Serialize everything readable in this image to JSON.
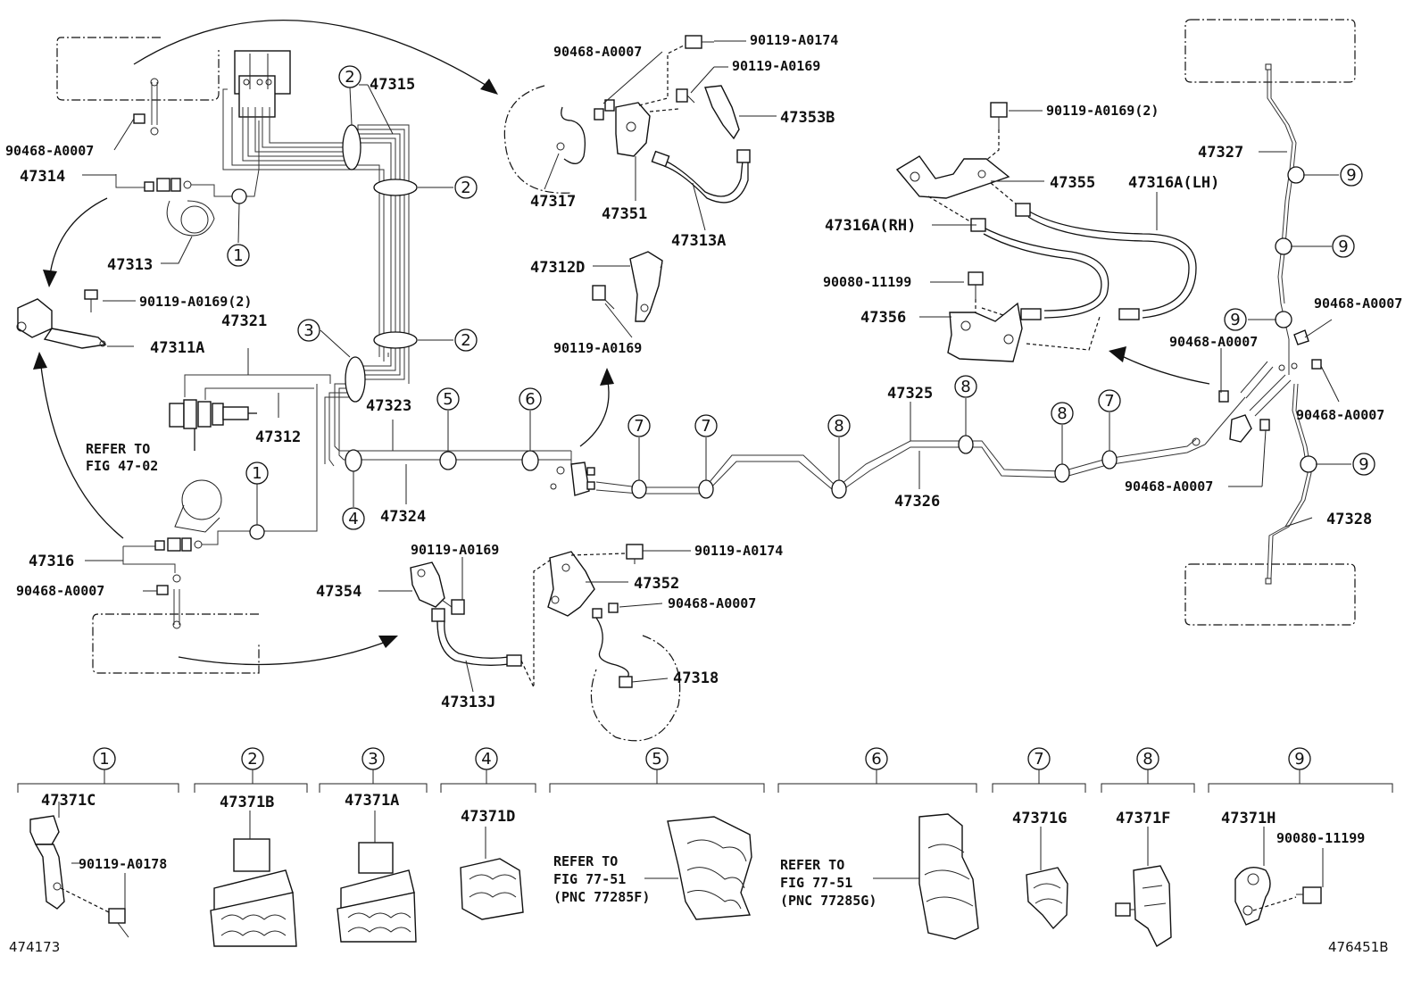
{
  "diagram": {
    "labels": {
      "p90468_tl": "90468-A0007",
      "p47314": "47314",
      "p47313": "47313",
      "p47315": "47315",
      "p90119_bolt_left": "90119-A0169(2)",
      "p47321": "47321",
      "p47311A": "47311A",
      "p47312": "47312",
      "refer_a": "REFER TO",
      "refer_b": "FIG 47-02",
      "p47323": "47323",
      "p47324": "47324",
      "p47316": "47316",
      "p90468_ml": "90468-A0007",
      "p90468_tc": "90468-A0007",
      "p90119_0174_t": "90119-A0174",
      "p90119_0169_t": "90119-A0169",
      "p47353B": "47353B",
      "p47317": "47317",
      "p47351": "47351",
      "p47313A": "47313A",
      "p47312D": "47312D",
      "p90119_0169_m": "90119-A0169",
      "p90119_0169_2_r": "90119-A0169(2)",
      "p47355": "47355",
      "p47316A_LH": "47316A(LH)",
      "p47316A_RH": "47316A(RH)",
      "p90080_11199": "90080-11199",
      "p47356": "47356",
      "p47327": "47327",
      "p90468_r1": "90468-A0007",
      "p90468_r2": "90468-A0007",
      "p90468_r3": "90468-A0007",
      "p90468_r4": "90468-A0007",
      "p47325": "47325",
      "p47326": "47326",
      "p47328": "47328",
      "p90119_0169_b": "90119-A0169",
      "p90119_0174_b": "90119-A0174",
      "p47354": "47354",
      "p47352": "47352",
      "p90468_b": "90468-A0007",
      "p47318": "47318",
      "p47313J": "47313J"
    },
    "callouts": [
      "1",
      "2",
      "3",
      "4",
      "5",
      "6",
      "7",
      "8",
      "9"
    ],
    "clamps": [
      {
        "num": "1",
        "part": "47371C",
        "extra": "90119-A0178"
      },
      {
        "num": "2",
        "part": "47371B"
      },
      {
        "num": "3",
        "part": "47371A"
      },
      {
        "num": "4",
        "part": "47371D"
      },
      {
        "num": "5",
        "refer": [
          "REFER TO",
          "FIG 77-51",
          "(PNC 77285F)"
        ]
      },
      {
        "num": "6",
        "refer": [
          "REFER TO",
          "FIG 77-51",
          "(PNC 77285G)"
        ]
      },
      {
        "num": "7",
        "part": "47371G"
      },
      {
        "num": "8",
        "part": "47371F"
      },
      {
        "num": "9",
        "part": "47371H",
        "extra": "90080-11199"
      }
    ],
    "footer": {
      "left_code": "474173",
      "right_code": "476451B"
    }
  }
}
